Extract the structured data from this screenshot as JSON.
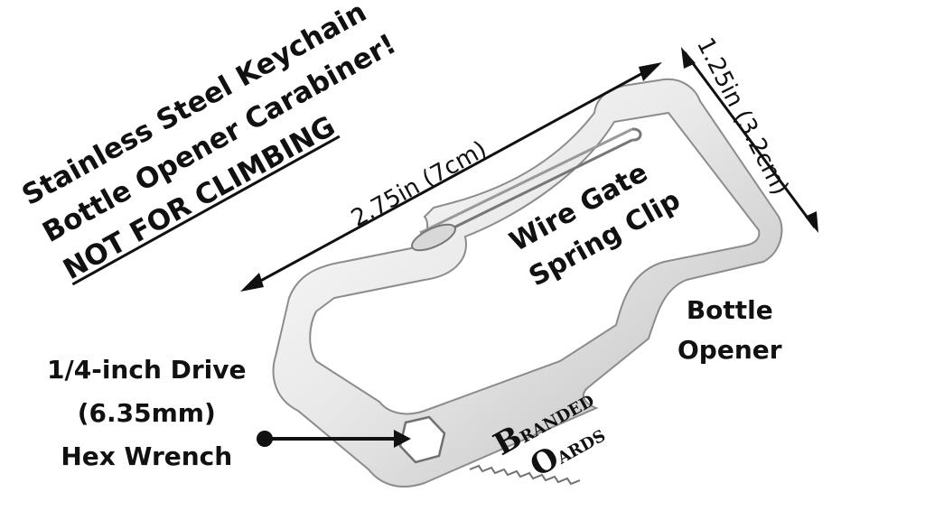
{
  "product": {
    "title_lines": [
      "Stainless Steel Keychain",
      "Bottle Opener Carabiner!",
      "NOT FOR CLIMBING"
    ],
    "length_label": "2.75in (7cm)",
    "width_label": "1.25in (3.2cm)",
    "gate_lines": [
      "Wire Gate",
      "Spring Clip"
    ],
    "opener_lines": [
      "Bottle",
      "Opener"
    ],
    "wrench_lines": [
      "1/4-inch Drive",
      "(6.35mm)",
      "Hex Wrench"
    ],
    "logo": {
      "b": "B",
      "randed": "RANDED",
      "o": "O",
      "ards": "ARDS"
    }
  },
  "colors": {
    "metal_light": "#f2f2f2",
    "metal_dark": "#9a9a9a",
    "text": "#111111"
  },
  "icons": [
    "dimension-arrow",
    "pointer-dot-arrow",
    "carabiner-image"
  ]
}
